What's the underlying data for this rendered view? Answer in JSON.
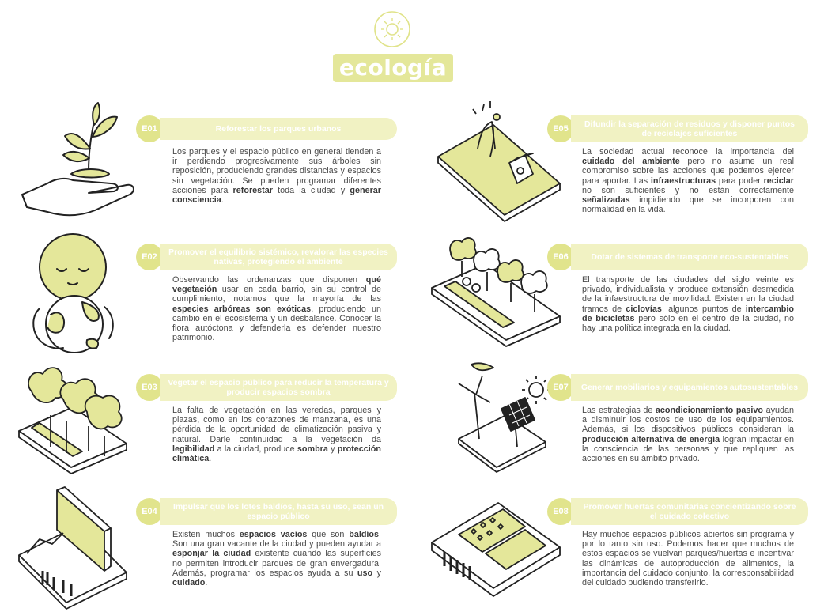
{
  "title": "ecología",
  "items": [
    {
      "code": "E01",
      "heading": "Reforestar los parques urbanos",
      "body": [
        {
          "t": "Los parques y el espacio público en general tienden a ir perdiendo progresivamente sus árboles sin reposición, produciendo grandes distancias y espacios sin vegetación. Se pueden programar diferentes acciones para "
        },
        {
          "t": "reforestar",
          "b": true
        },
        {
          "t": " toda la ciudad y "
        },
        {
          "t": "generar consciencia",
          "b": true
        },
        {
          "t": "."
        }
      ]
    },
    {
      "code": "E02",
      "heading": "Promover el equilibrio sistémico, revalorar las especies nativas, protegiendo el ambiente",
      "body": [
        {
          "t": "Observando las ordenanzas que disponen "
        },
        {
          "t": "qué vegetación",
          "b": true
        },
        {
          "t": " usar en cada barrio, sin su control de cumplimiento, notamos que la mayoría de las "
        },
        {
          "t": "especies arbóreas son exóticas",
          "b": true
        },
        {
          "t": ", produciendo un cambio en el ecosistema y un desbalance. Conocer la flora autóctona y defenderla es defender nuestro patrimonio."
        }
      ]
    },
    {
      "code": "E03",
      "heading": "Vegetar el espacio público para reducir la temperatura y producir espacios sombra",
      "body": [
        {
          "t": "La falta de vegetación en las veredas, parques y plazas, como en los corazones de manzana, es una pérdida de la oportunidad de climatización pasiva y natural. Darle continuidad a la vegetación da "
        },
        {
          "t": "legibilidad",
          "b": true
        },
        {
          "t": " a la ciudad, produce "
        },
        {
          "t": "sombra",
          "b": true
        },
        {
          "t": " y "
        },
        {
          "t": "protección climática",
          "b": true
        },
        {
          "t": "."
        }
      ]
    },
    {
      "code": "E04",
      "heading": "Impulsar que los lotes baldíos, hasta su uso, sean un espacio público",
      "body": [
        {
          "t": "Existen muchos "
        },
        {
          "t": "espacios vacíos",
          "b": true
        },
        {
          "t": " que son "
        },
        {
          "t": "baldíos",
          "b": true
        },
        {
          "t": ". Son una gran vacante de la ciudad y pueden ayudar a "
        },
        {
          "t": "esponjar la ciudad",
          "b": true
        },
        {
          "t": " existente cuando las superficies no permiten introducir parques de gran envergadura. Además, programar los espacios ayuda a su "
        },
        {
          "t": "uso",
          "b": true
        },
        {
          "t": " y "
        },
        {
          "t": "cuidado",
          "b": true
        },
        {
          "t": "."
        }
      ]
    },
    {
      "code": "E05",
      "heading": "Difundir la separación de residuos y disponer puntos de reciclajes suficientes",
      "body": [
        {
          "t": "La sociedad actual reconoce la importancia del "
        },
        {
          "t": "cuidado del ambiente",
          "b": true
        },
        {
          "t": " pero no asume un real compromiso sobre las acciones que podemos ejercer para aportar. Las "
        },
        {
          "t": "infraestructuras",
          "b": true
        },
        {
          "t": " para poder "
        },
        {
          "t": "reciclar",
          "b": true
        },
        {
          "t": " no son suficientes y no están correctamente "
        },
        {
          "t": "señalizadas",
          "b": true
        },
        {
          "t": " impidiendo que se incorporen con normalidad en la vida."
        }
      ]
    },
    {
      "code": "E06",
      "heading": "Dotar de sistemas de transporte eco-sustentables",
      "body": [
        {
          "t": "El transporte de las ciudades del siglo veinte es privado, individualista y produce extensión desmedida de la infaestructura de movilidad. Existen en la ciudad tramos de "
        },
        {
          "t": "ciclovías",
          "b": true
        },
        {
          "t": ", algunos puntos de "
        },
        {
          "t": "intercambio de bicicletas",
          "b": true
        },
        {
          "t": " pero sólo en el centro de la ciudad, no hay una política integrada en la ciudad."
        }
      ]
    },
    {
      "code": "E07",
      "heading": "Generar mobiliarios y equipamientos autosustentables",
      "body": [
        {
          "t": "Las estrategias de "
        },
        {
          "t": "acondicionamiento pasivo",
          "b": true
        },
        {
          "t": " ayudan a disminuir los costos de uso de los equipamientos. Además, si los dispositivos públicos consideran la "
        },
        {
          "t": "producción alternativa de energía",
          "b": true
        },
        {
          "t": " logran impactar en la consciencia de las personas y que repliquen las acciones en su ámbito privado."
        }
      ]
    },
    {
      "code": "E08",
      "heading": "Promover huertas comunitarias concientizando sobre el cuidado colectivo",
      "body": [
        {
          "t": "Hay muchos espacios públicos abiertos sin programa y por lo tanto sin uso. Podemos hacer que muchos de estos espacios se vuelvan parques/huertas e incentivar las dinámicas de autoproducción de alimentos, la importancia del cuidado conjunto, la corresponsabilidad del cuidado pudiendo transferirlo."
        }
      ]
    }
  ]
}
